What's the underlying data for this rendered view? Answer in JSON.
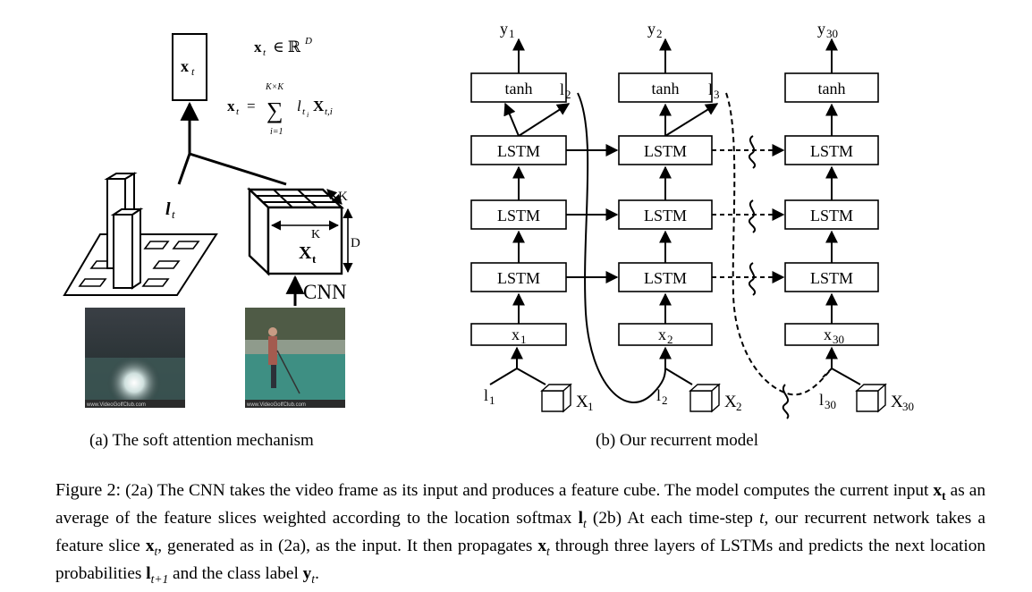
{
  "figure": {
    "attention": {
      "xt_box_label": "x",
      "xt_box_sub": "t",
      "eq1": {
        "lhs": "x",
        "lhs_sub": "t",
        "rest": "∈ ℝ",
        "sup": "D"
      },
      "eq2": {
        "lhs": "x",
        "lhs_sub": "t",
        "eq": "=",
        "sum_top": "K×K",
        "sum_bottom": "i=1",
        "term_l": "l",
        "term_l_sub": "t",
        "term_l_subsub": "i",
        "term_X": "X",
        "term_X_sub": "t,i"
      },
      "lt_label": "l",
      "lt_sub": "t",
      "cube_label": "X",
      "cube_sub": "t",
      "dim_k_top": "K",
      "dim_k_inner": "K",
      "dim_d": "D",
      "cnn_label": "CNN",
      "frame_watermark": "www.VideoGolfClub.com"
    },
    "recurrent": {
      "columns": [
        {
          "y": "y",
          "y_sub": "1",
          "x": "x",
          "x_sub": "1",
          "l": "l",
          "l_sub": "1",
          "X": "X",
          "X_sub": "1",
          "next_l": "l",
          "next_l_sub": "2"
        },
        {
          "y": "y",
          "y_sub": "2",
          "x": "x",
          "x_sub": "2",
          "l": "l",
          "l_sub": "2",
          "X": "X",
          "X_sub": "2",
          "next_l": "l",
          "next_l_sub": "3"
        },
        {
          "y": "y",
          "y_sub": "30",
          "x": "x",
          "x_sub": "30",
          "l": "l",
          "l_sub": "30",
          "X": "X",
          "X_sub": "30"
        }
      ],
      "tanh_label": "tanh",
      "lstm_label": "LSTM"
    }
  },
  "captions": {
    "sub_a": "(a) The soft attention mechanism",
    "sub_b": "(b) Our recurrent model"
  },
  "caption": {
    "label": "Figure 2:",
    "p1": " (2a) The CNN takes the video frame as its input and produces a feature cube. The model computes the current input ",
    "x1": "x",
    "x1_sub": "t",
    "p2": " as an average of the feature slices weighted according to the location softmax ",
    "l1": "l",
    "l1_sub": "t",
    "p3": " (2b) At each time-step ",
    "t1": "t",
    "p4": ", our recurrent network takes a feature slice ",
    "x2": "x",
    "x2_sub": "t",
    "p5": ", generated as in (2a), as the input. It then propagates ",
    "x3": "x",
    "x3_sub": "t",
    "p6": " through three layers of LSTMs and predicts the next location probabilities ",
    "l2": "l",
    "l2_sub": "t+1",
    "p7": " and the class label ",
    "y1": "y",
    "y1_sub": "t",
    "p8": "."
  }
}
